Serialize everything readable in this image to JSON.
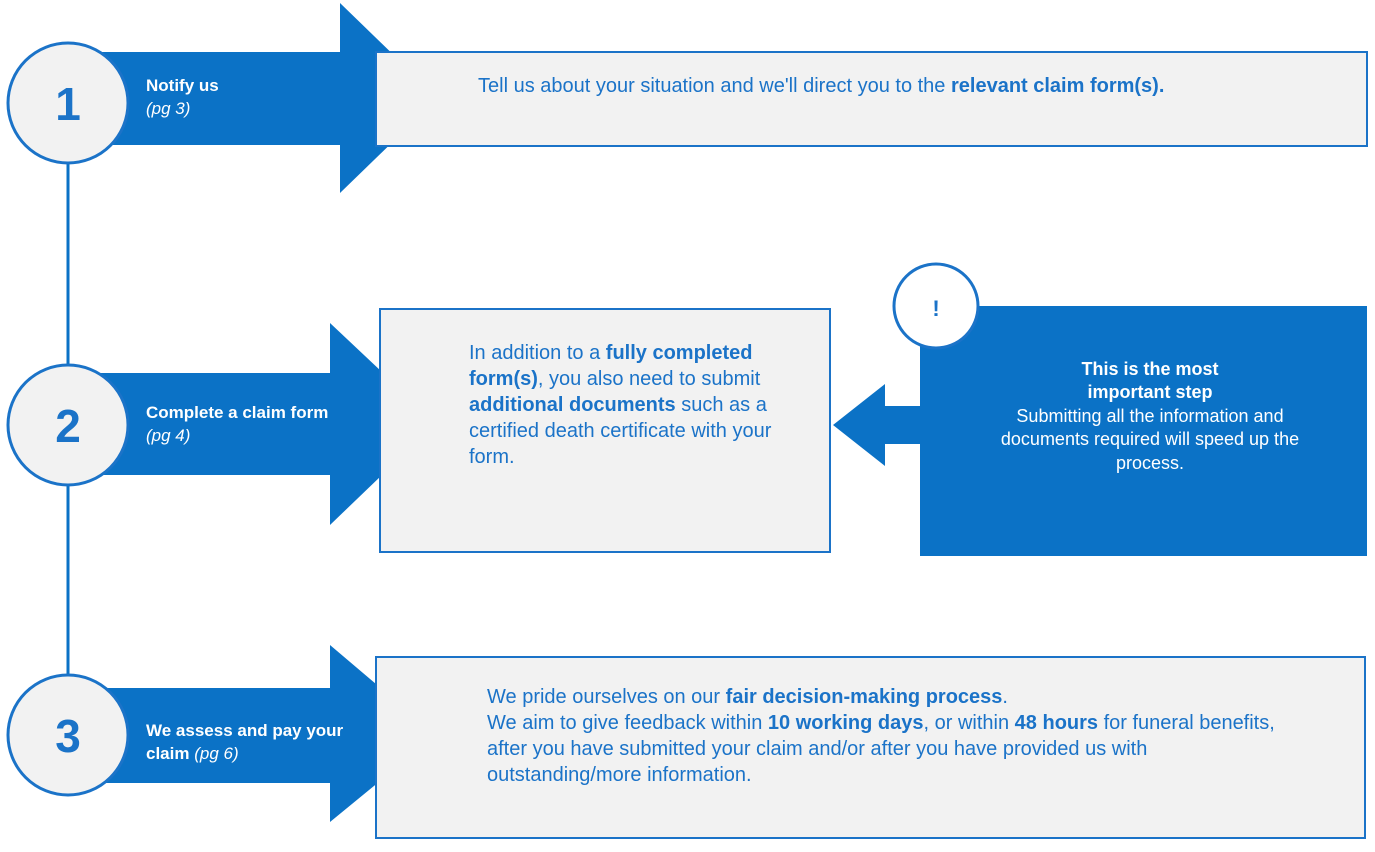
{
  "colors": {
    "primary": "#0b72c6",
    "box_fill": "#f2f2f2",
    "border": "#1b73c8",
    "text_blue": "#1b73c8"
  },
  "steps": [
    {
      "number": "1",
      "title": "Notify us",
      "page_ref": "(pg 3)"
    },
    {
      "number": "2",
      "title": "Complete a claim form",
      "page_ref": "(pg 4)"
    },
    {
      "number": "3",
      "title": "We assess and pay your claim",
      "page_ref": "(pg 6)"
    }
  ],
  "step1_box": {
    "t1": "Tell us about your situation and we'll direct you to the ",
    "b1": "relevant  claim form(s)."
  },
  "step2_box": {
    "t1": "In addition to a ",
    "b1": "fully completed form(s)",
    "t2": ",  you also need to submit ",
    "b2": "additional documents",
    "t3": " such as a certified death certificate with your form."
  },
  "callout": {
    "icon": "!",
    "heading": "This is the most important step",
    "body": "Submitting all the information and documents required will speed up the process."
  },
  "step3_box": {
    "t1": "We pride ourselves on our ",
    "b1": "fair decision-making process",
    "t2": ".",
    "t3": "We aim to give feedback within ",
    "b2": "10 working days",
    "t4": ", or within ",
    "b3": "48 hours",
    "t5": " for funeral benefits, after you have submitted your claim and/or after you have provided us with outstanding/more information."
  }
}
